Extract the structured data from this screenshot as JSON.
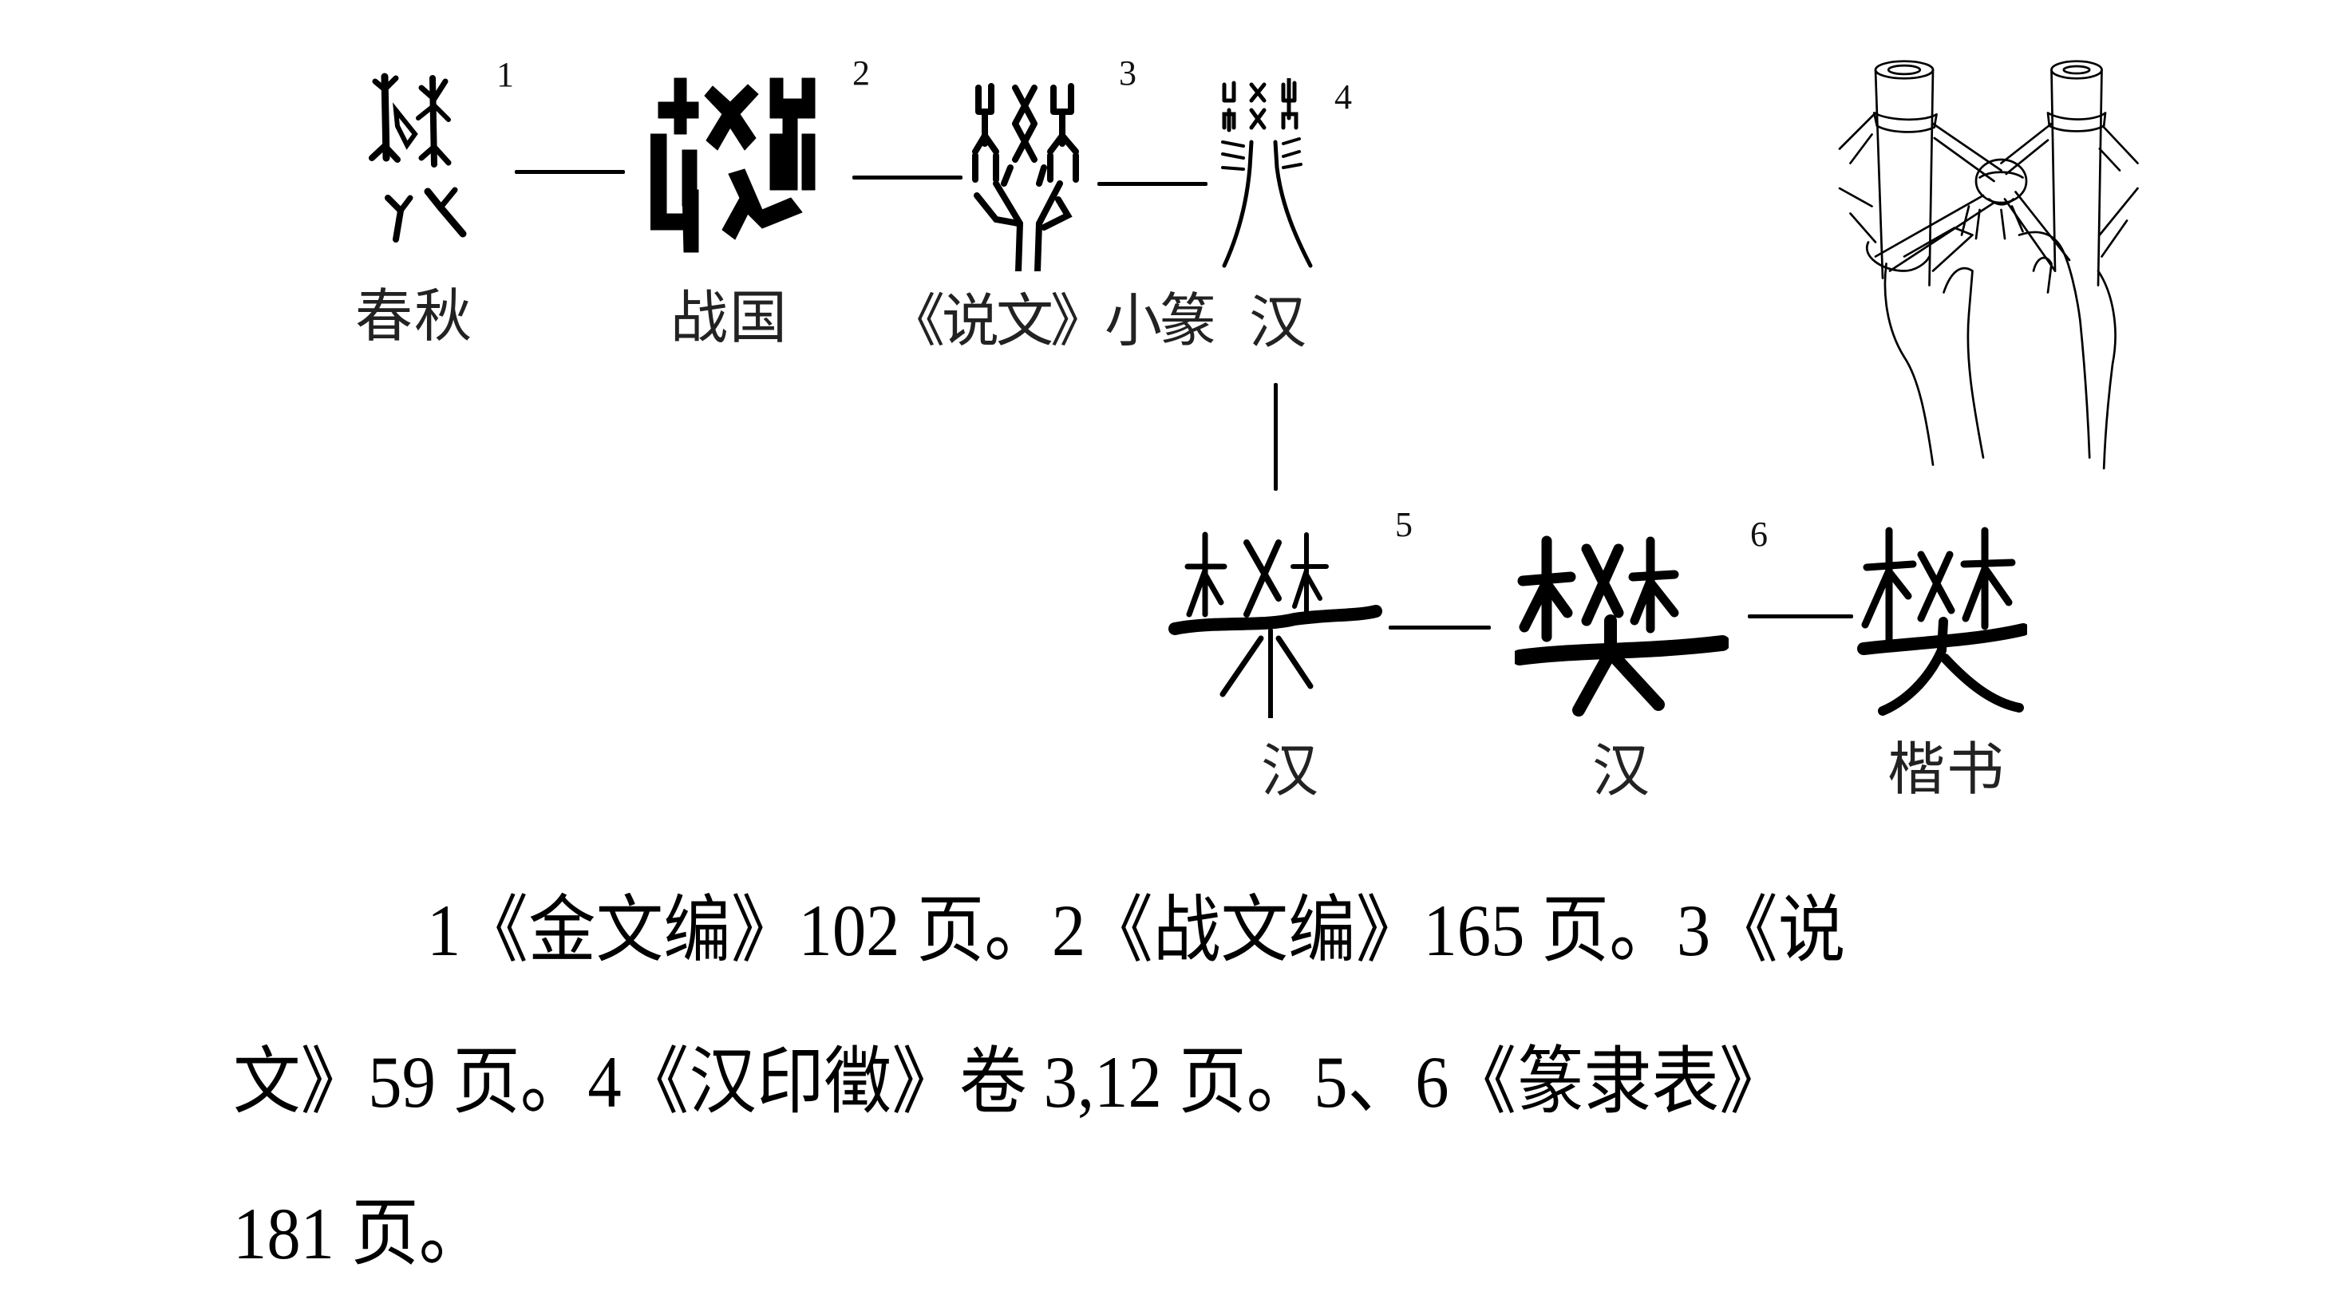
{
  "figure": {
    "evolution_top_row": [
      {
        "index": "1",
        "glyph_name": "bronze-inscription-fan-glyph",
        "era_label": "春秋"
      },
      {
        "index": "2",
        "glyph_name": "warring-states-fan-glyph",
        "era_label": "战国"
      },
      {
        "index": "3",
        "glyph_name": "shuowen-small-seal-fan-glyph",
        "era_label": "《说文》小篆"
      },
      {
        "index": "4",
        "glyph_name": "han-seal-fan-glyph",
        "era_label": "汉"
      }
    ],
    "evolution_bottom_row": [
      {
        "index": "5",
        "glyph_name": "han-clerical-fan-glyph-a",
        "era_label": "汉"
      },
      {
        "index": "6",
        "glyph_name": "han-clerical-fan-glyph-b",
        "era_label": "汉"
      },
      {
        "index": "",
        "glyph_name": "regular-script-fan-glyph",
        "era_label": "楷书",
        "character": "樊"
      }
    ],
    "illustration": "hands-tying-rope-fence-illustration"
  },
  "caption": {
    "lines": [
      "1《金文编》102 页。2《战文编》165 页。3《说",
      "文》59 页。4《汉印徵》卷 3,12 页。5、6《篆隶表》",
      "181 页。"
    ]
  }
}
